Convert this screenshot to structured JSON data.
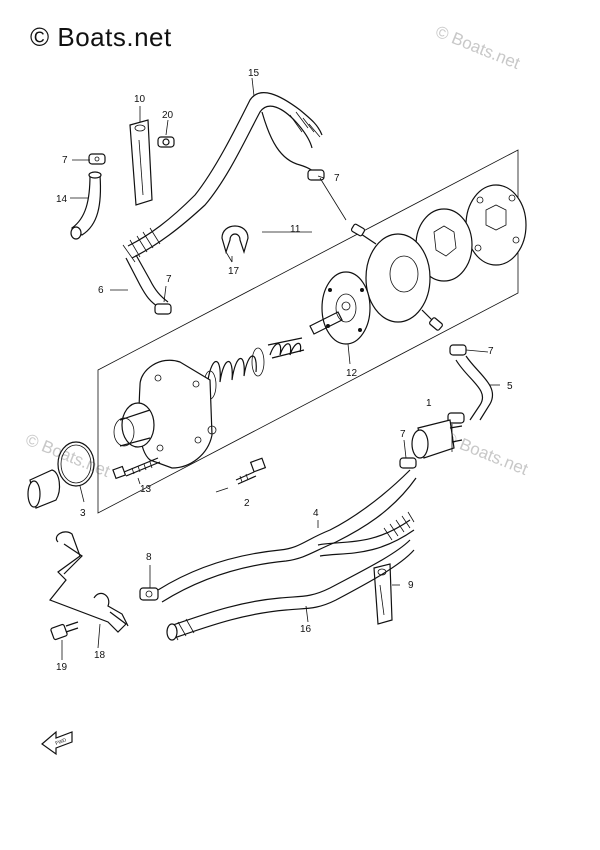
{
  "watermark": {
    "main": "© Boats.net",
    "faded": "© Boats.net"
  },
  "callouts": [
    "1",
    "2",
    "3",
    "4",
    "5",
    "6",
    "7",
    "7",
    "7",
    "7",
    "7",
    "8",
    "9",
    "10",
    "11",
    "12",
    "13",
    "14",
    "15",
    "16",
    "17",
    "18",
    "19",
    "20"
  ],
  "fwd_label": "FWD"
}
